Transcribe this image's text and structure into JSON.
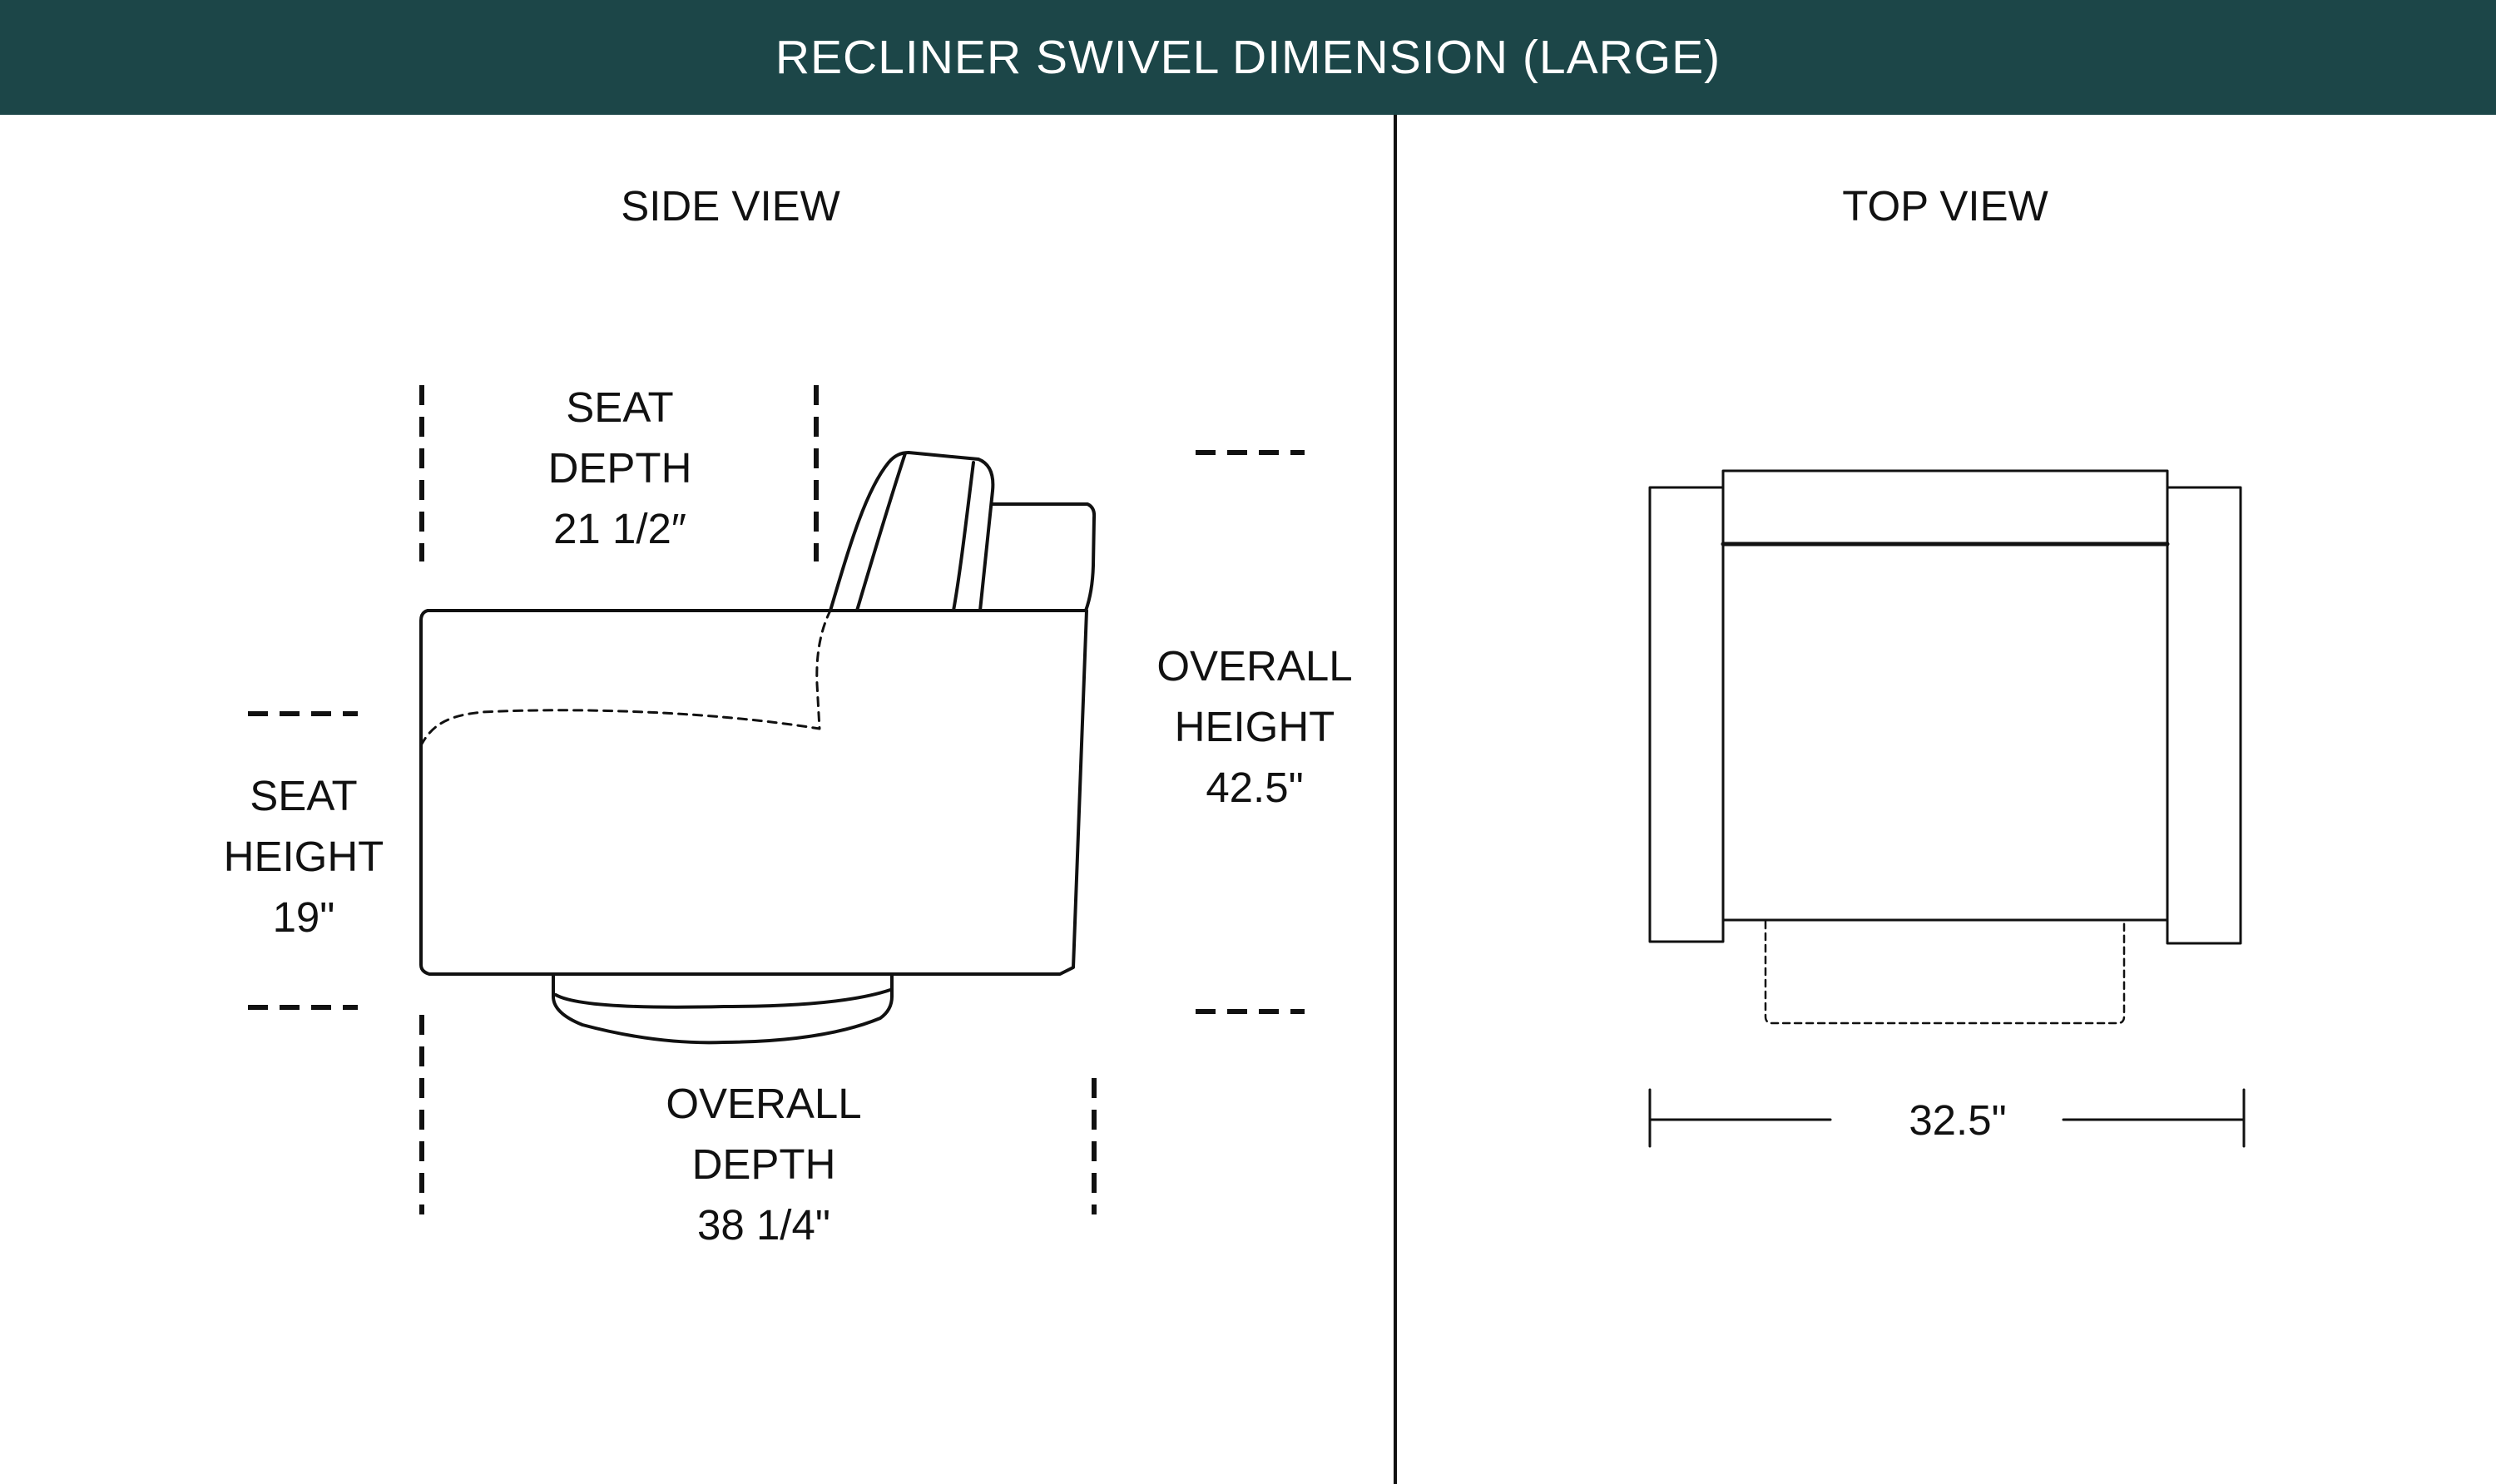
{
  "header": {
    "title": "RECLINER SWIVEL DIMENSION (LARGE)"
  },
  "side_view": {
    "title": "SIDE VIEW",
    "seat_depth": {
      "line1": "SEAT",
      "line2": "DEPTH",
      "value": "21 1/2″"
    },
    "seat_height": {
      "line1": "SEAT",
      "line2": "HEIGHT",
      "value": "19\""
    },
    "overall_height": {
      "line1": "OVERALL",
      "line2": "HEIGHT",
      "value": "42.5\""
    },
    "overall_depth": {
      "line1": "OVERALL",
      "line2": "DEPTH",
      "value": "38 1/4\""
    }
  },
  "top_view": {
    "title": "TOP VIEW",
    "width": {
      "value": "32.5\""
    }
  },
  "colors": {
    "header_bg": "#1c4648",
    "header_text": "#ffffff",
    "line": "#111111"
  }
}
